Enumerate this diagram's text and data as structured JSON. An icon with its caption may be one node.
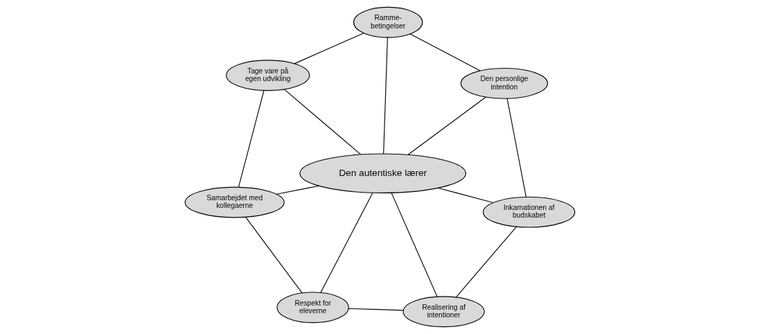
{
  "diagram": {
    "nodes": [
      {
        "text": [
          "Ramme- betingelser"
        ]
      },
      {
        "text": [
          "Den personlige intention"
        ]
      },
      {
        "text": [
          "Inkarnationen af budskabet"
        ]
      },
      {
        "text": [
          "Tage vare på egen udvikling"
        ]
      },
      {
        "text": [
          "Den autentiske lærer"
        ]
      },
      {
        "text": [
          "Realisering af intentioner"
        ]
      },
      {
        "text": [
          "Samarbejdet med kollegaerne"
        ]
      },
      {
        "text": [
          "Respekt for eleverne"
        ]
      }
    ],
    "edges": [
      {
        "from": 0,
        "to": 1,
        "arrow": "none"
      },
      {
        "from": 1,
        "to": 2,
        "arrow": "none"
      },
      {
        "from": 2,
        "to": 5,
        "arrow": "none"
      },
      {
        "from": 5,
        "to": 7,
        "arrow": "none"
      },
      {
        "from": 7,
        "to": 6,
        "arrow": "none"
      },
      {
        "from": 6,
        "to": 3,
        "arrow": "none"
      },
      {
        "from": 3,
        "to": 0,
        "arrow": "none"
      },
      {
        "from": 4,
        "to": 0,
        "arrow": "none"
      },
      {
        "from": 4,
        "to": 1,
        "arrow": "none"
      },
      {
        "from": 4,
        "to": 2,
        "arrow": "none"
      },
      {
        "from": 4,
        "to": 5,
        "arrow": "none"
      },
      {
        "from": 4,
        "to": 7,
        "arrow": "none"
      },
      {
        "from": 4,
        "to": 6,
        "arrow": "none"
      },
      {
        "from": 4,
        "to": 3,
        "arrow": "none"
      }
    ]
  }
}
